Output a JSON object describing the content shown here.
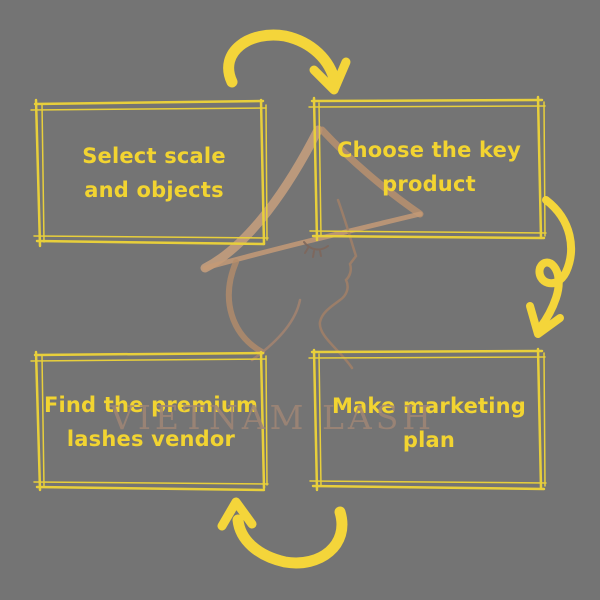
{
  "diagram": {
    "steps": [
      {
        "lines": [
          "Select scale",
          "and objects"
        ]
      },
      {
        "lines": [
          "Choose the key",
          "product"
        ]
      },
      {
        "lines": [
          "Make marketing",
          "plan"
        ]
      },
      {
        "lines": [
          "Find the premium",
          "lashes vendor"
        ]
      }
    ],
    "flow": "clockwise cycle"
  },
  "watermark": {
    "text": "VIETNAM LASH"
  },
  "colors": {
    "background": "#747474",
    "box_outline": "#E8CF3B",
    "text": "#F2D431",
    "arrow": "#F4D53A",
    "watermark": "#C59A78"
  }
}
